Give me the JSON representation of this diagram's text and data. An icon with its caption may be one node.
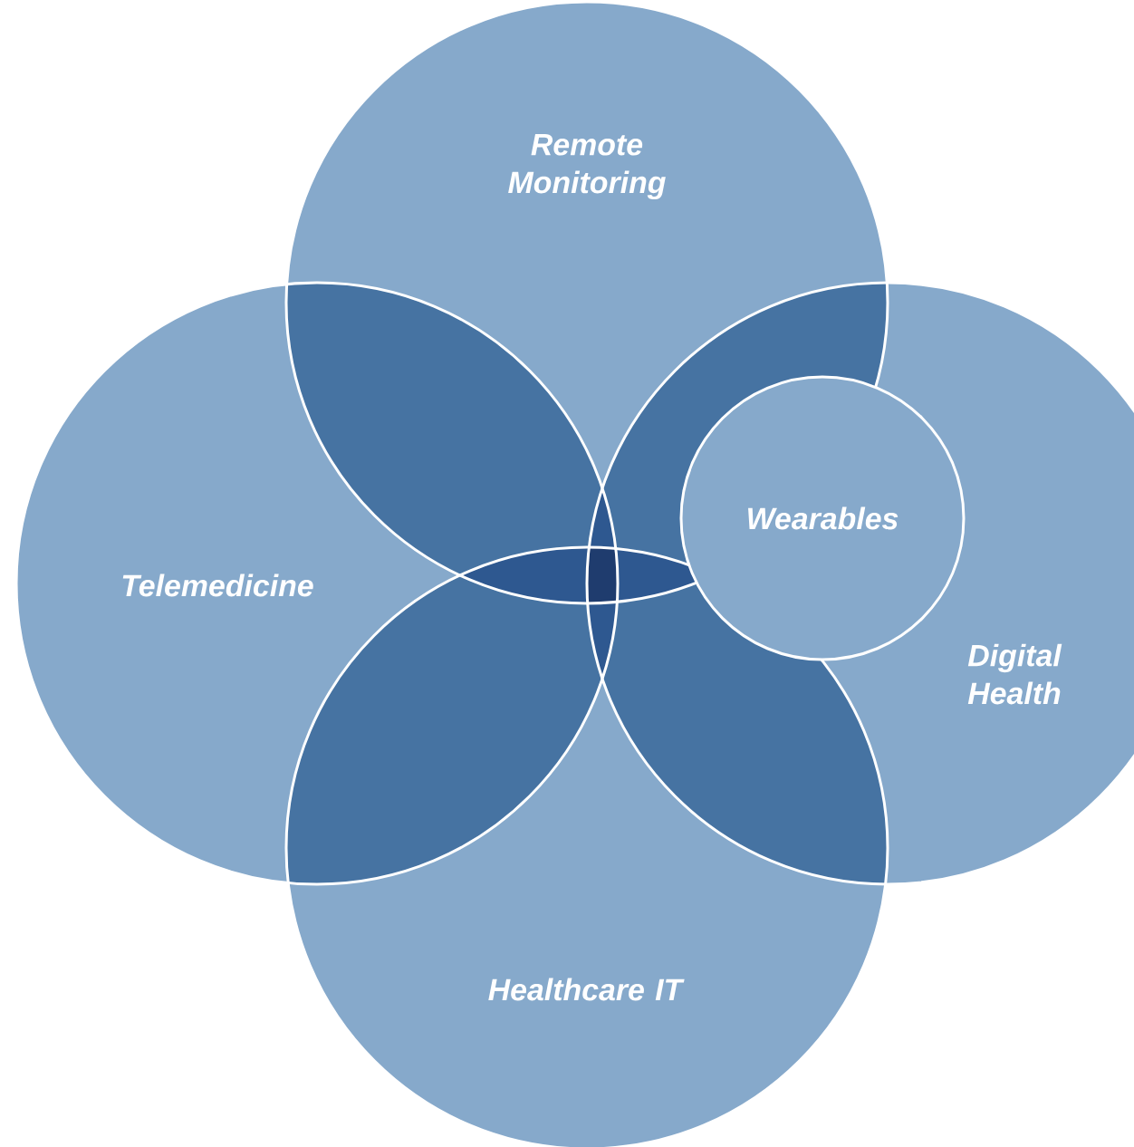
{
  "diagram": {
    "nodes": [
      {
        "text": [
          "Remote Monitoring"
        ]
      },
      {
        "text": [
          "Telemedicine"
        ]
      },
      {
        "text": [
          "Wearables"
        ]
      },
      {
        "text": [
          "Digital Health"
        ]
      },
      {
        "text": [
          "Healthcare IT"
        ]
      }
    ]
  }
}
